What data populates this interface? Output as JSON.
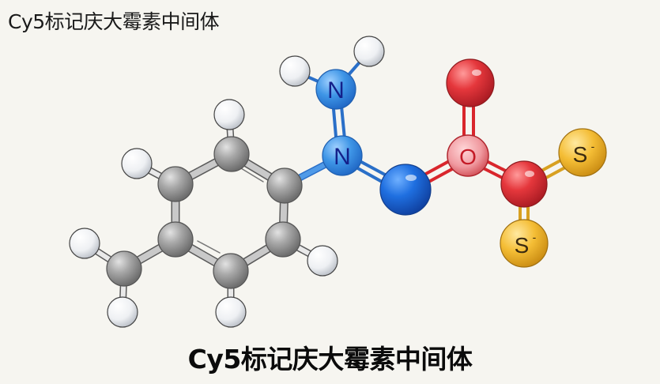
{
  "header": {
    "title": "Cy5标记庆大霉素中间体"
  },
  "footer": {
    "caption": "Cy5标记庆大霉素中间体"
  },
  "molecule": {
    "atom_labels": {
      "n_upper": "N",
      "n_lower": "N",
      "o_center": "O",
      "s_right": "S",
      "s_right_charge": "-",
      "s_bottom": "S",
      "s_bottom_charge": "-"
    },
    "colors": {
      "carbon": "#9a9a9a",
      "hydrogen": "#eef0f2",
      "nitrogen": "#3a8de0",
      "nitrogen_dark": "#1f5fcc",
      "oxygen": "#e03a3a",
      "sulfur": "#f2b632",
      "background": "#f6f5f0"
    }
  }
}
